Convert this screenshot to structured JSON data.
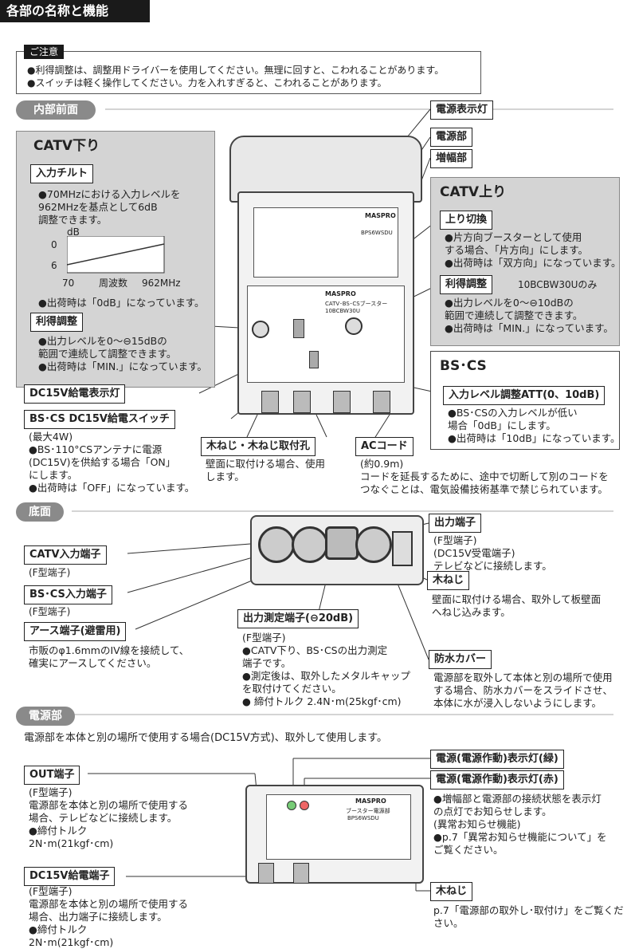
{
  "header": {
    "title": "各部の名称と機能"
  },
  "caution": {
    "tag": "ご注意",
    "lines": "●利得調整は、調整用ドライバーを使用してください。無理に回すと、こわれることがあります。\n●スイッチは軽く操作してください。力を入れすぎると、こわれることがあります。"
  },
  "front": {
    "pill": "内部前面",
    "catv_down": {
      "title": "CATV下り",
      "input_tilt_label": "入力チルト",
      "input_tilt_text": "●70MHzにおける入力レベルを\n 962MHzを基点として6dB\n 調整できます。",
      "graph": {
        "unit": "dB",
        "y0": "0",
        "y6": "6",
        "x1": "70",
        "xmid": "周波数",
        "x2": "962MHz"
      },
      "factory": "●出荷時は「0dB」になっています。",
      "gain_label": "利得調整",
      "gain_text": "●出力レベルを0〜⊖15dBの\n 範囲で連続して調整できます。\n●出荷時は「MIN.」になっています。"
    },
    "catv_up": {
      "title": "CATV上り",
      "switch_label": "上り切換",
      "switch_text": "●片方向ブースターとして使用\n する場合、「片方向」にします。\n●出荷時は「双方向」になっています。",
      "gain_label": "利得調整",
      "gain_note": "10BCBW30Uのみ",
      "gain_text": "●出力レベルを0〜⊖10dBの\n 範囲で連続して調整できます。\n●出荷時は「MIN.」になっています。"
    },
    "bscs": {
      "title": "BS･CS",
      "att_label": "入力レベル調整ATT(0、10dB)",
      "att_text": "●BS･CSの入力レベルが低い\n 場合「0dB」にします。\n●出荷時は「10dB」になっています。"
    },
    "power_lamp_label": "電源表示灯",
    "power_unit_label": "電源部",
    "amp_unit_label": "増幅部",
    "dc15v_lamp_label": "DC15V給電表示灯",
    "bscs_switch_label": "BS･CS DC15V給電スイッチ",
    "bscs_switch_text": "(最大4W)\n●BS･110°CSアンテナに電源\n (DC15V)を供給する場合「ON」\n にします。\n●出荷時は「OFF」になっています。",
    "screw_label": "木ねじ・木ねじ取付孔",
    "screw_text": "壁面に取付ける場合、使用\nします。",
    "ac_label": "ACコード",
    "ac_text": "(約0.9m)\nコードを延長するために、途中で切断して別のコードを\nつなぐことは、電気設備技術基準で禁じられています。",
    "device": {
      "brand": "MASPRO",
      "model_top": "BPS6WSDU",
      "model_amp": "10BCBW30U",
      "amp_name": "CATV･BS･CSブースター"
    }
  },
  "bottom": {
    "pill": "底面",
    "catv_in_label": "CATV入力端子",
    "catv_in_text": "(F型端子)",
    "bscs_in_label": "BS･CS入力端子",
    "bscs_in_text": "(F型端子)",
    "earth_label": "アース端子(避雷用)",
    "earth_text": "市販のφ1.6mmのIV線を接続して、\n確実にアースしてください。",
    "out_label": "出力端子",
    "out_text": "(F型端子)\n(DC15V受電端子)\nテレビなどに接続します。",
    "screw_label": "木ねじ",
    "screw_text": "壁面に取付ける場合、取外して板壁面\nへねじ込みます。",
    "measure_label": "出力測定端子(⊖20dB)",
    "measure_text": "(F型端子)\n●CATV下り、BS･CSの出力測定\n 端子です。\n●測定後は、取外したメタルキャップ\n を取付けてください。\n● 締付トルク 2.4N･m(25kgf･cm)",
    "cover_label": "防水カバー",
    "cover_text": "電源部を取外して本体と別の場所で使用\nする場合、防水カバーをスライドさせ、\n本体に水が浸入しないようにします。"
  },
  "power": {
    "pill": "電源部",
    "intro": "電源部を本体と別の場所で使用する場合(DC15V方式)、取外して使用します。",
    "out_label": "OUT端子",
    "out_text": "(F型端子)\n電源部を本体と別の場所で使用する\n場合、テレビなどに接続します。\n●締付トルク\n 2N･m(21kgf･cm)",
    "dc_label": "DC15V給電端子",
    "dc_text": "(F型端子)\n電源部を本体と別の場所で使用する\n場合、出力端子に接続します。\n●締付トルク\n 2N･m(21kgf･cm)",
    "green_label": "電源(電源作動)表示灯(緑)",
    "red_label": "電源(電源作動)表示灯(赤)",
    "lamp_text": "●増幅部と電源部の接続状態を表示灯\n の点灯でお知らせします。\n (異常お知らせ機能)\n●p.7「異常お知らせ機能について」を\n ご覧ください。",
    "screw_label": "木ねじ",
    "screw_text": "p.7「電源部の取外し･取付け」をご覧くだ\nさい。",
    "device": {
      "brand": "MASPRO",
      "model": "BPS6WSDU",
      "name": "ブースター電源部"
    }
  }
}
